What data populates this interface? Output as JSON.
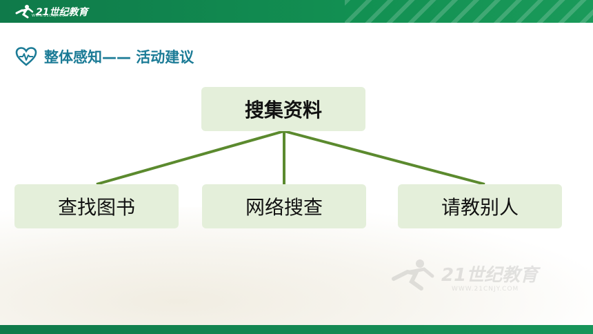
{
  "header": {
    "logo_text": "21世纪教育",
    "logo_sub": "WWW.21CNJY.COM"
  },
  "heading": {
    "title": "整体感知——  活动建议"
  },
  "diagram": {
    "root": "搜集资料",
    "children": [
      "查找图书",
      "网络搜查",
      "请教别人"
    ]
  },
  "watermark": {
    "text": "21世纪教育",
    "sub": "WWW.21CNJY.COM"
  },
  "colors": {
    "header_green": "#129052",
    "heading_blue": "#1b7b96",
    "box_fill": "#e4efda",
    "connector_green": "#5b8a2e"
  }
}
